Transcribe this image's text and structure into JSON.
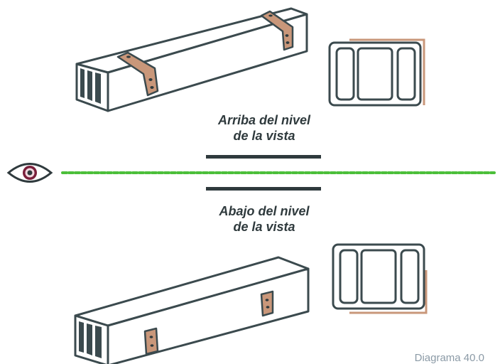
{
  "labels": {
    "above_line1": "Arriba del nivel",
    "above_line2": "de la vista",
    "below_line1": "Abajo del nivel",
    "below_line2": "de la vista"
  },
  "caption": "Diagrama 40.0",
  "colors": {
    "outline": "#3b4a4e",
    "strap": "#c9977a",
    "sight_line": "#4cbf3a",
    "iris": "#7a1f3b",
    "caption": "#8b9aa6"
  },
  "icons": {
    "eye": "eye-icon"
  }
}
